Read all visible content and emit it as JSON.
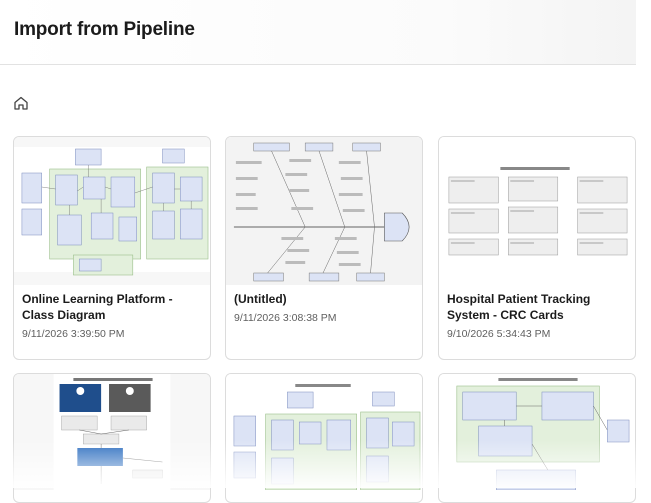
{
  "header": {
    "title": "Import from Pipeline"
  },
  "nav": {
    "home_icon": "home-icon"
  },
  "colors": {
    "header_bg": "#fbfbfb",
    "card_border": "#dcdcdc",
    "diagram_green": "#e3f0dc",
    "diagram_blue": "#dce3f5",
    "diagram_dark_blue": "#1f4e8c"
  },
  "cards": [
    {
      "title": "Online Learning Platform - Class Diagram",
      "date": "9/11/2026 3:39:50 PM"
    },
    {
      "title": "(Untitled)",
      "date": "9/11/2026 3:08:38 PM"
    },
    {
      "title": "Hospital Patient Tracking System - CRC Cards",
      "date": "9/10/2026 5:34:43 PM"
    },
    {
      "title": "",
      "date": ""
    },
    {
      "title": "",
      "date": ""
    },
    {
      "title": "",
      "date": ""
    }
  ]
}
